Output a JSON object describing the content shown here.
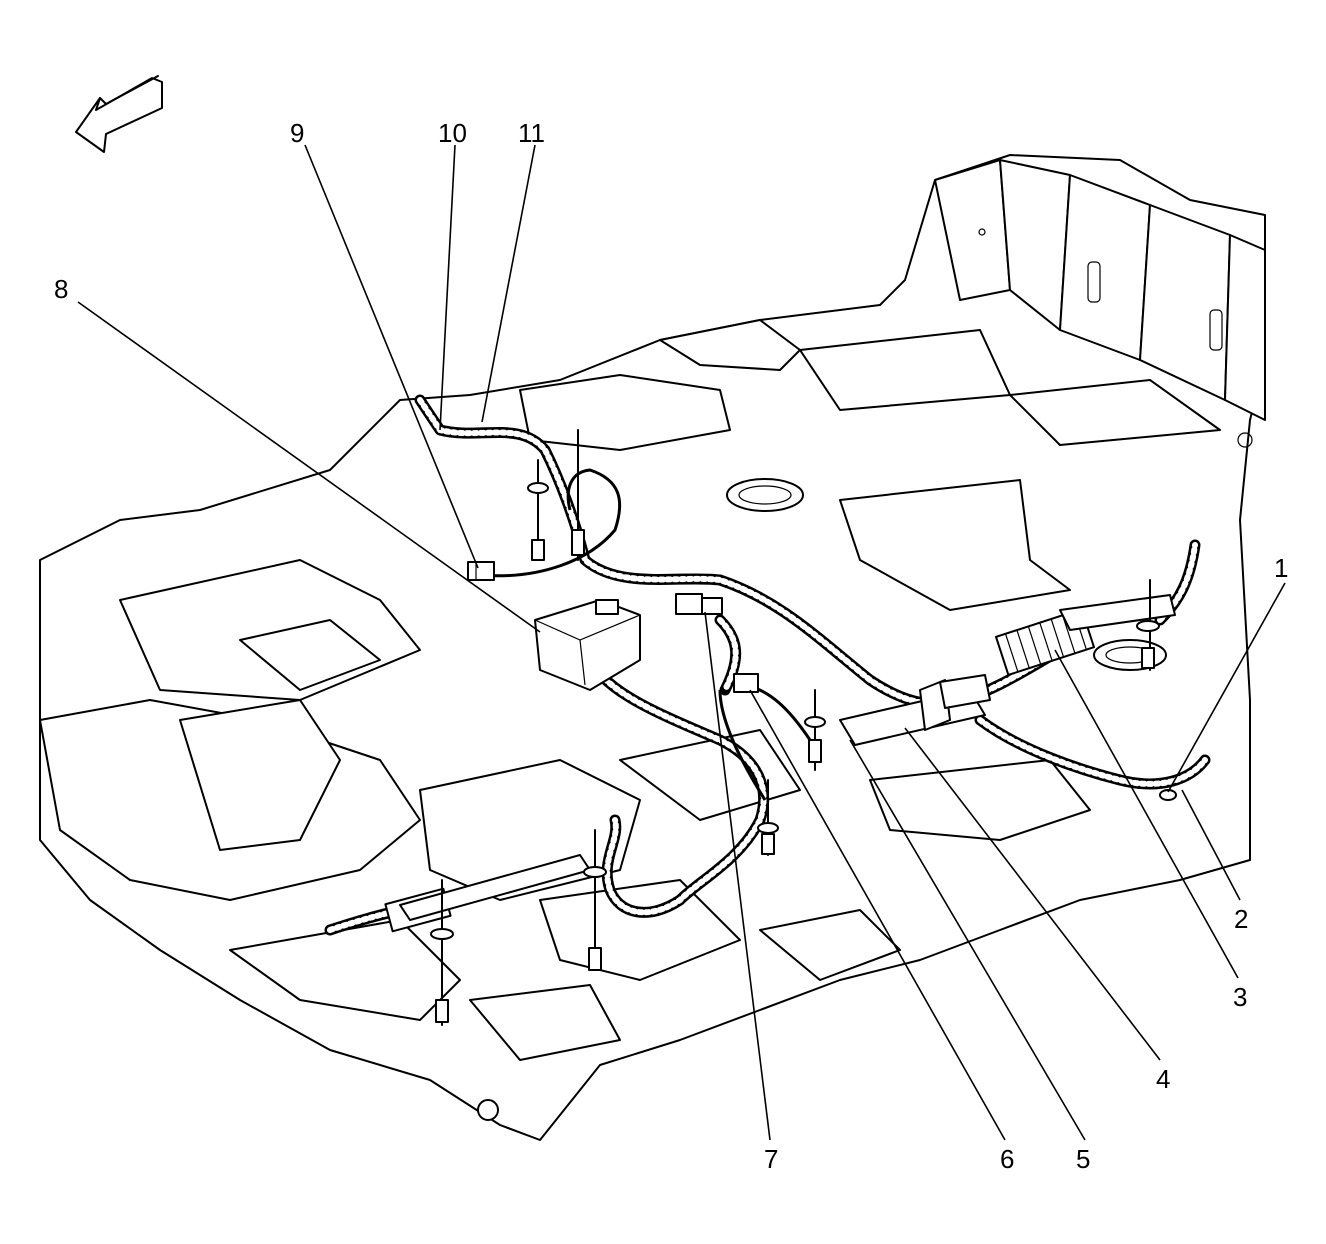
{
  "callouts": [
    {
      "id": "1",
      "label": "1"
    },
    {
      "id": "2",
      "label": "2"
    },
    {
      "id": "3",
      "label": "3"
    },
    {
      "id": "4",
      "label": "4"
    },
    {
      "id": "5",
      "label": "5"
    },
    {
      "id": "6",
      "label": "6"
    },
    {
      "id": "7",
      "label": "7"
    },
    {
      "id": "8",
      "label": "8"
    },
    {
      "id": "9",
      "label": "9"
    },
    {
      "id": "10",
      "label": "10"
    },
    {
      "id": "11",
      "label": "11"
    }
  ],
  "icons": {
    "direction_arrow": "front-direction-arrow-icon"
  },
  "colors": {
    "ink": "#000000",
    "paper": "#ffffff"
  }
}
